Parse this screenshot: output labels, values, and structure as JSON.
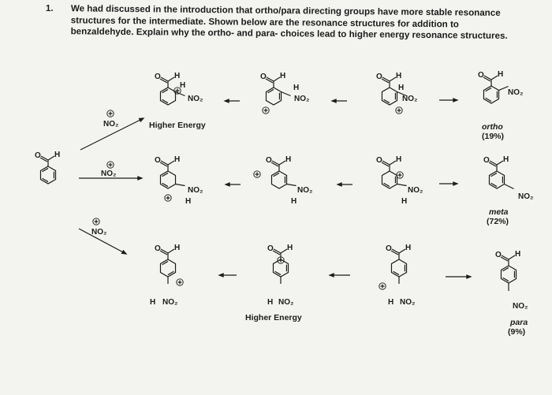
{
  "question": {
    "number": "1.",
    "lines": [
      "We had discussed in the introduction that ortho/para directing groups have more stable resonance",
      "structures for the intermediate. Shown below are the resonance structures for addition to",
      "benzaldehyde. Explain why the ortho- and para- choices lead to higher energy resonance structures."
    ]
  },
  "reagent": "NO₂",
  "substituent": "NO₂",
  "atoms": {
    "oxygen": "O",
    "hydrogen": "H"
  },
  "labels": {
    "higher_energy_top": "Higher Energy",
    "higher_energy_bottom": "Higher Energy",
    "ortho": "ortho",
    "ortho_pct": "(19%)",
    "meta": "meta",
    "meta_pct": "(72%)",
    "para": "para",
    "para_pct": "(9%)"
  },
  "charge_symbol": "⊕"
}
